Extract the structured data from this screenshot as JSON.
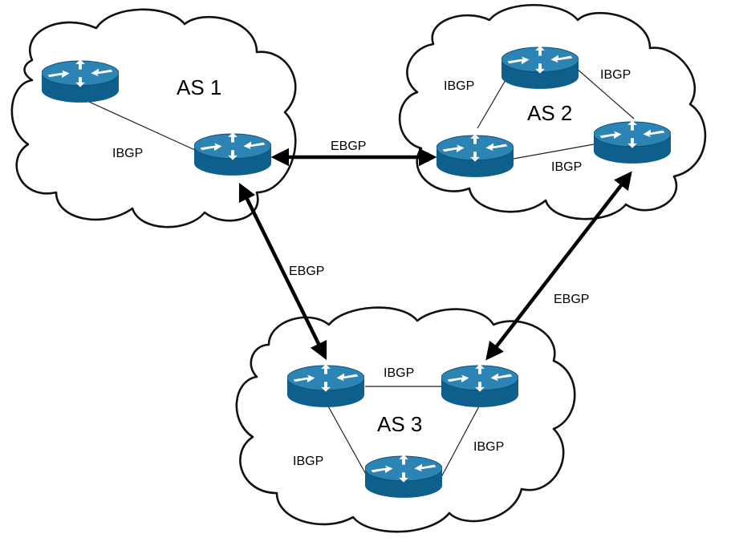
{
  "diagram": {
    "autonomous_systems": [
      {
        "id": "as1",
        "label": "AS 1"
      },
      {
        "id": "as2",
        "label": "AS 2"
      },
      {
        "id": "as3",
        "label": "AS 3"
      }
    ],
    "link_labels": {
      "ibgp": "IBGP",
      "ebgp": "EBGP"
    },
    "routers": [
      {
        "id": "r1a",
        "as": "as1"
      },
      {
        "id": "r1b",
        "as": "as1"
      },
      {
        "id": "r2a",
        "as": "as2"
      },
      {
        "id": "r2b",
        "as": "as2"
      },
      {
        "id": "r2c",
        "as": "as2"
      },
      {
        "id": "r3a",
        "as": "as3"
      },
      {
        "id": "r3b",
        "as": "as3"
      },
      {
        "id": "r3c",
        "as": "as3"
      }
    ],
    "links": [
      {
        "from": "r1a",
        "to": "r1b",
        "type": "ibgp"
      },
      {
        "from": "r2a",
        "to": "r2b",
        "type": "ibgp"
      },
      {
        "from": "r2b",
        "to": "r2c",
        "type": "ibgp"
      },
      {
        "from": "r2a",
        "to": "r2c",
        "type": "ibgp"
      },
      {
        "from": "r3a",
        "to": "r3b",
        "type": "ibgp"
      },
      {
        "from": "r3a",
        "to": "r3c",
        "type": "ibgp"
      },
      {
        "from": "r3b",
        "to": "r3c",
        "type": "ibgp"
      },
      {
        "from": "r1b",
        "to": "r2a",
        "type": "ebgp"
      },
      {
        "from": "r1b",
        "to": "r3a",
        "type": "ebgp"
      },
      {
        "from": "r2c",
        "to": "r3b",
        "type": "ebgp"
      }
    ],
    "colors": {
      "router_body": "#0f5f8d",
      "router_top": "#2c84b4",
      "cloud_fill": "#ffffff",
      "cloud_stroke": "#111111"
    },
    "icon": "router-icon"
  }
}
